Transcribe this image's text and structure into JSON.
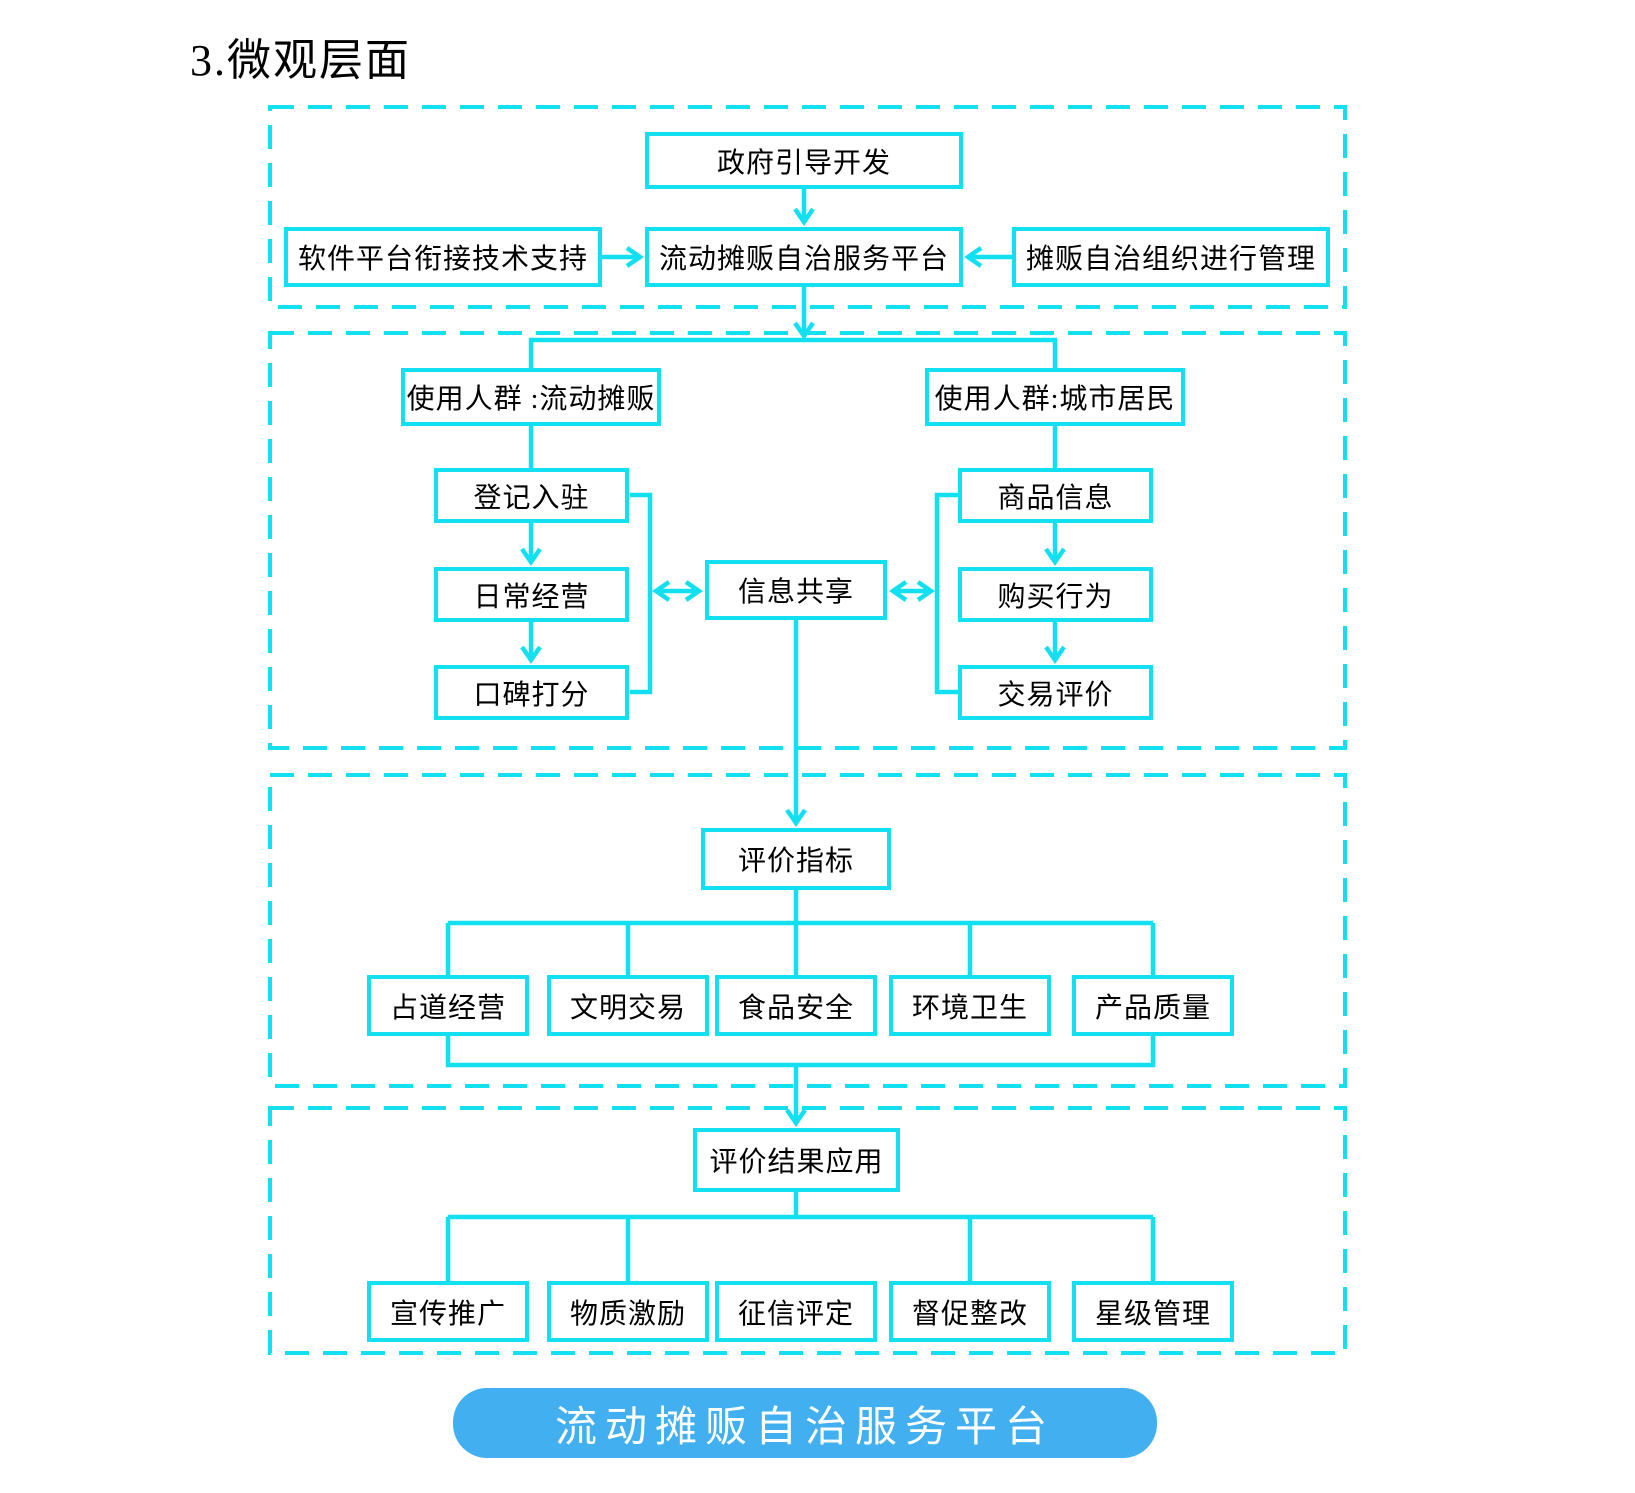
{
  "page": {
    "title": "3.微观层面"
  },
  "colors": {
    "accent": "#12E0F0",
    "pill_bg": "#41AFF0",
    "text": "#000000"
  },
  "nodes": {
    "gov": {
      "label": "政府引导开发"
    },
    "software": {
      "label": "软件平台衔接技术支持"
    },
    "platform": {
      "label": "流动摊贩自治服务平台"
    },
    "org": {
      "label": "摊贩自治组织进行管理"
    },
    "users_vendors": {
      "label": "使用人群 :流动摊贩"
    },
    "users_residents": {
      "label": "使用人群:城市居民"
    },
    "register": {
      "label": "登记入驻"
    },
    "daily": {
      "label": "日常经营"
    },
    "reputation": {
      "label": "口碑打分"
    },
    "info_share": {
      "label": "信息共享"
    },
    "goods": {
      "label": "商品信息"
    },
    "purchase": {
      "label": "购买行为"
    },
    "review": {
      "label": "交易评价"
    },
    "eval_index": {
      "label": "评价指标"
    },
    "road": {
      "label": "占道经营"
    },
    "civil": {
      "label": "文明交易"
    },
    "food": {
      "label": "食品安全"
    },
    "env": {
      "label": "环境卫生"
    },
    "quality": {
      "label": "产品质量"
    },
    "result_app": {
      "label": "评价结果应用"
    },
    "promo": {
      "label": "宣传推广"
    },
    "incentive": {
      "label": "物质激励"
    },
    "credit": {
      "label": "征信评定"
    },
    "rectify": {
      "label": "督促整改"
    },
    "star": {
      "label": "星级管理"
    }
  },
  "footer": {
    "pill_label": "流动摊贩自治服务平台"
  }
}
